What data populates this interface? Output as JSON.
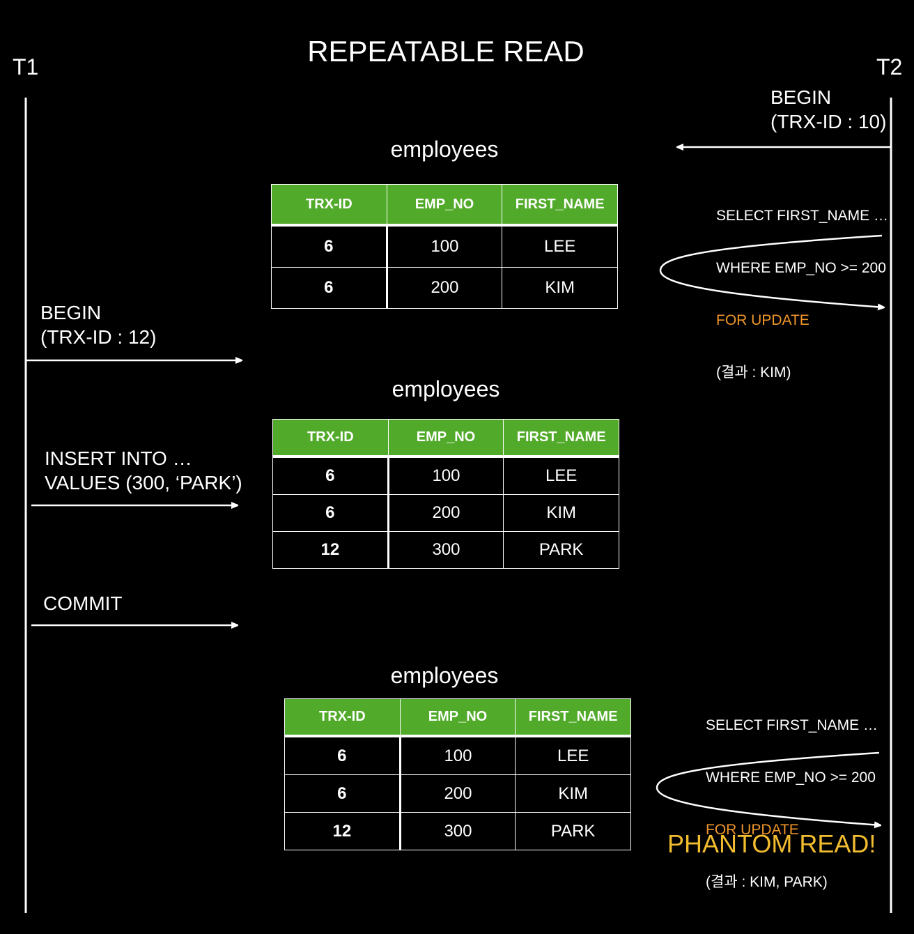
{
  "title": "REPEATABLE READ",
  "t1_label": "T1",
  "t2_label": "T2",
  "t2_begin": "BEGIN\n(TRX-ID : 10)",
  "t1_begin": "BEGIN\n(TRX-ID : 12)",
  "t1_insert": "INSERT INTO …\nVALUES (300, ‘PARK’)",
  "t1_commit": "COMMIT",
  "query1": {
    "line1": "SELECT FIRST_NAME …",
    "line2": "WHERE EMP_NO >= 200",
    "line3": "FOR UPDATE",
    "line4": "(결과 : KIM)"
  },
  "query2": {
    "line1": "SELECT FIRST_NAME …",
    "line2": "WHERE EMP_NO >= 200",
    "line3": "FOR UPDATE",
    "line4": "(결과 : KIM, PARK)"
  },
  "phantom": "PHANTOM READ!",
  "colors": {
    "header_green": "#52AA2B",
    "orange": "#F0962A",
    "phantom_yellow": "#F2BC2F"
  },
  "tables": [
    {
      "name": "employees",
      "columns": [
        "TRX-ID",
        "EMP_NO",
        "FIRST_NAME"
      ],
      "rows": [
        [
          "6",
          "100",
          "LEE"
        ],
        [
          "6",
          "200",
          "KIM"
        ]
      ]
    },
    {
      "name": "employees",
      "columns": [
        "TRX-ID",
        "EMP_NO",
        "FIRST_NAME"
      ],
      "rows": [
        [
          "6",
          "100",
          "LEE"
        ],
        [
          "6",
          "200",
          "KIM"
        ],
        [
          "12",
          "300",
          "PARK"
        ]
      ]
    },
    {
      "name": "employees",
      "columns": [
        "TRX-ID",
        "EMP_NO",
        "FIRST_NAME"
      ],
      "rows": [
        [
          "6",
          "100",
          "LEE"
        ],
        [
          "6",
          "200",
          "KIM"
        ],
        [
          "12",
          "300",
          "PARK"
        ]
      ]
    }
  ]
}
